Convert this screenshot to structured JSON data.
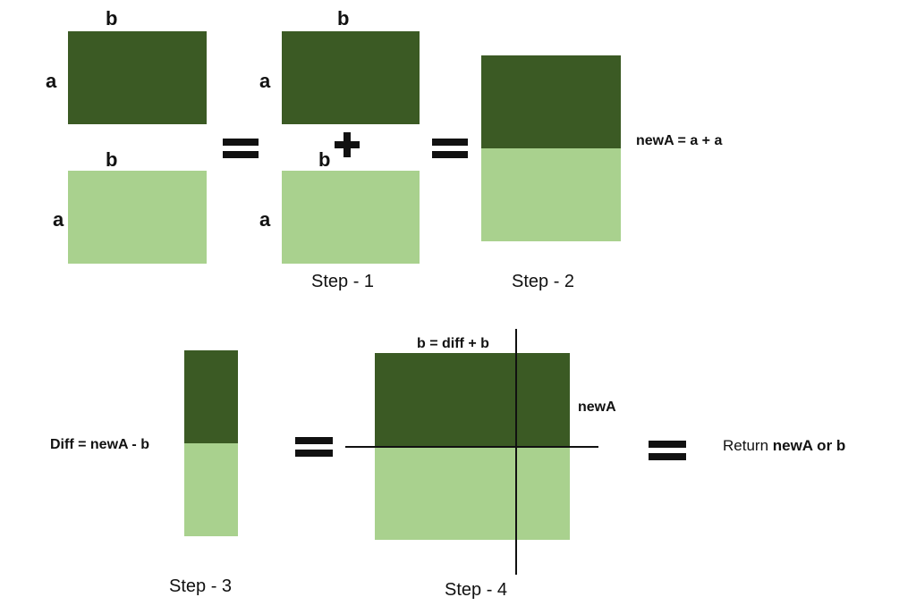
{
  "labels": {
    "side_a": "a",
    "side_b": "b",
    "new_a_formula": "newA = a + a",
    "diff_formula": "Diff = newA - b",
    "b_formula": "b = diff + b",
    "new_a": "newA",
    "return_prefix": "Return ",
    "return_value": "newA or b"
  },
  "steps": {
    "step1": "Step - 1",
    "step2": "Step - 2",
    "step3": "Step - 3",
    "step4": "Step - 4"
  },
  "colors": {
    "dark_block": "#3b5a24",
    "light_block": "#a9d18e",
    "ink": "#111111"
  },
  "symbols": {
    "equals": "equals-sign",
    "plus": "plus-sign"
  }
}
